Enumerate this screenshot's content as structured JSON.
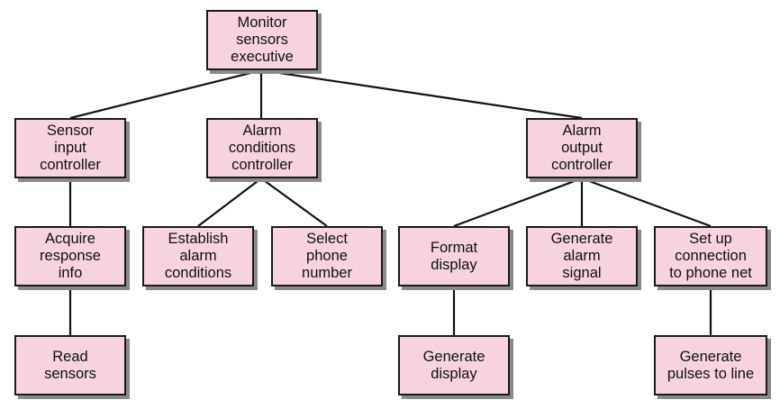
{
  "colors": {
    "box_fill": "#f6d3df",
    "box_border": "#1a1a1a",
    "shadow": "#8a8a8a",
    "connector": "#111111"
  },
  "nodes": {
    "monitor": "Monitor\nsensors\nexecutive",
    "sensor_input": "Sensor\ninput\ncontroller",
    "alarm_conditions": "Alarm\nconditions\ncontroller",
    "alarm_output": "Alarm\noutput\ncontroller",
    "acquire": "Acquire\nresponse\ninfo",
    "establish": "Establish\nalarm\nconditions",
    "select_phone": "Select\nphone\nnumber",
    "format_display": "Format\ndisplay",
    "generate_signal": "Generate\nalarm\nsignal",
    "setup_connection": "Set up\nconnection\nto phone net",
    "read_sensors": "Read\nsensors",
    "generate_display": "Generate\ndisplay",
    "generate_pulses": "Generate\npulses to line"
  }
}
